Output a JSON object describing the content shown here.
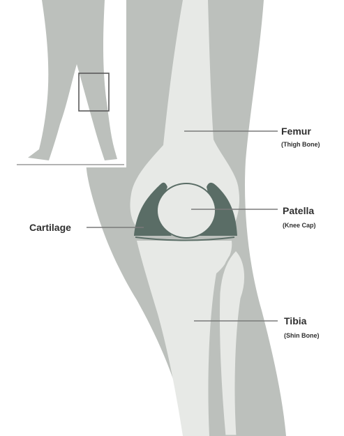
{
  "labels": {
    "femur": {
      "name": "Femur",
      "detail": "(Thigh Bone)"
    },
    "patella": {
      "name": "Patella",
      "detail": "(Knee Cap)"
    },
    "cartilage": {
      "name": "Cartilage"
    },
    "tibia": {
      "name": "Tibia",
      "detail": "(Shin Bone)"
    }
  },
  "colors": {
    "background": "#ffffff",
    "leg": "#bcc0bc",
    "bone": "#e7e9e6",
    "cartilage": "#5a6d66",
    "leader_line": "#7a7a7a",
    "text": "#2f2f2f",
    "inset_frame": "#5a5a5a"
  }
}
